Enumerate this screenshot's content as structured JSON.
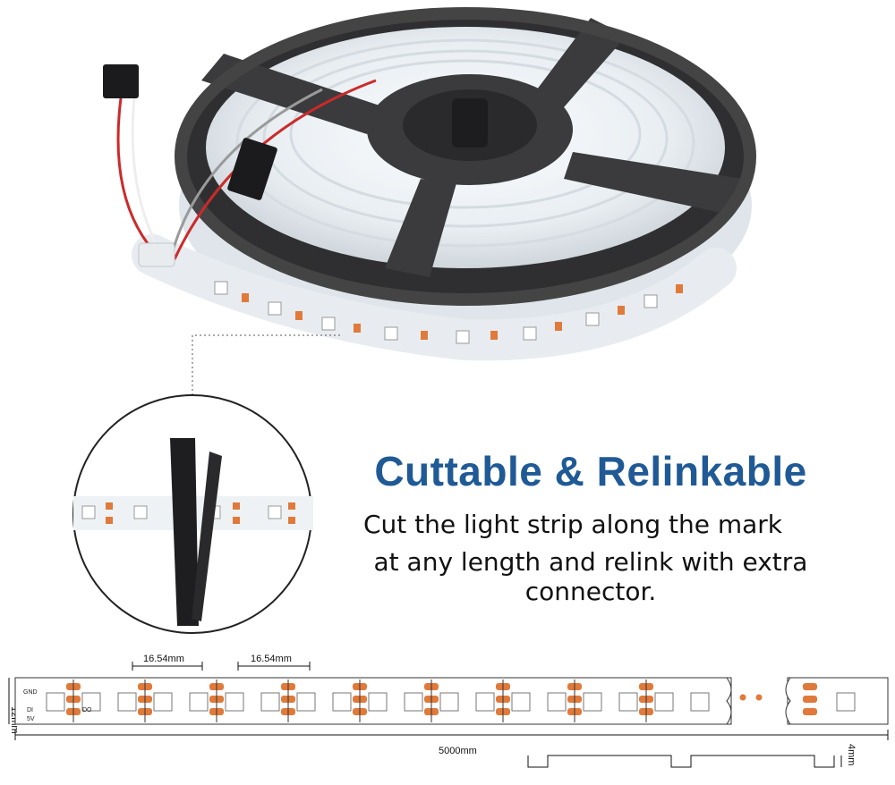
{
  "headline": "Cuttable & Relinkable",
  "description": {
    "line1": "Cut the light strip along the mark",
    "line2": "at any length and relink with extra connector."
  },
  "diagram": {
    "pitch_label_1": "16.54mm",
    "pitch_label_2": "16.54mm",
    "width_label": "12mm",
    "length_label": "5000mm",
    "thickness_label": "4mm",
    "pad_gnd": "GND",
    "pad_di": "DI",
    "pad_do": "DO",
    "pad_5v": "5V"
  },
  "colors": {
    "headline": "#1f5a96",
    "reel": "#3b3b3d",
    "copper_pad": "#e07a3a",
    "strip": "#f3f6f8"
  }
}
